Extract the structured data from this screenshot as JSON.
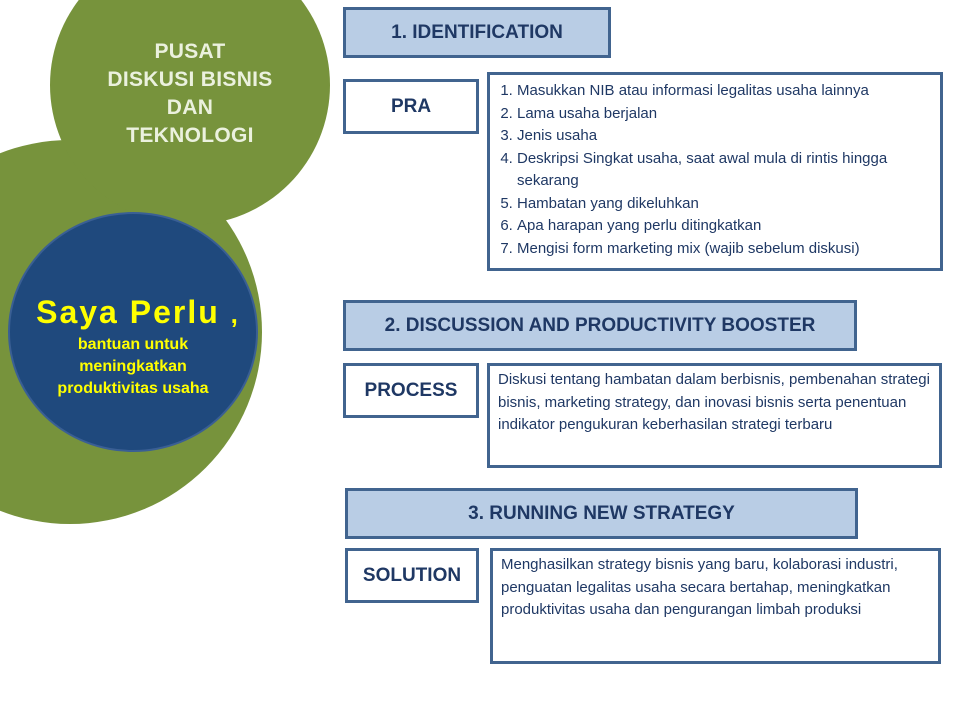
{
  "left_panel": {
    "org_title_lines": [
      "PUSAT",
      "DISKUSI BISNIS",
      "DAN",
      "TEKNOLOGI"
    ],
    "need_title": "Saya Perlu",
    "need_comma": ",",
    "need_sub_lines": [
      "bantuan untuk",
      "meningkatkan",
      "produktivitas usaha"
    ]
  },
  "colors": {
    "green": "#77933c",
    "blue_circle": "#1f497d",
    "header_fill": "#b9cde5",
    "border": "#41648f",
    "text_dark": "#1f3864",
    "highlight_yellow": "#ffff00"
  },
  "steps": [
    {
      "header": "1. IDENTIFICATION",
      "label": "PRA",
      "items": [
        "Masukkan NIB atau informasi legalitas usaha lainnya",
        "Lama usaha berjalan",
        "Jenis usaha",
        "Deskripsi Singkat usaha, saat awal mula di rintis hingga sekarang",
        "Hambatan yang dikeluhkan",
        "Apa harapan yang perlu ditingkatkan",
        "Mengisi form marketing mix (wajib sebelum diskusi)"
      ]
    },
    {
      "header": "2. DISCUSSION AND PRODUCTIVITY BOOSTER",
      "label": "PROCESS",
      "text": "Diskusi tentang hambatan dalam berbisnis, pembenahan strategi bisnis, marketing strategy, dan inovasi bisnis serta penentuan indikator pengukuran keberhasilan strategi terbaru"
    },
    {
      "header": "3. RUNNING NEW STRATEGY",
      "label": "SOLUTION",
      "text": "Menghasilkan strategy bisnis yang baru, kolaborasi industri, penguatan legalitas usaha secara bertahap, meningkatkan produktivitas usaha dan pengurangan limbah produksi"
    }
  ]
}
